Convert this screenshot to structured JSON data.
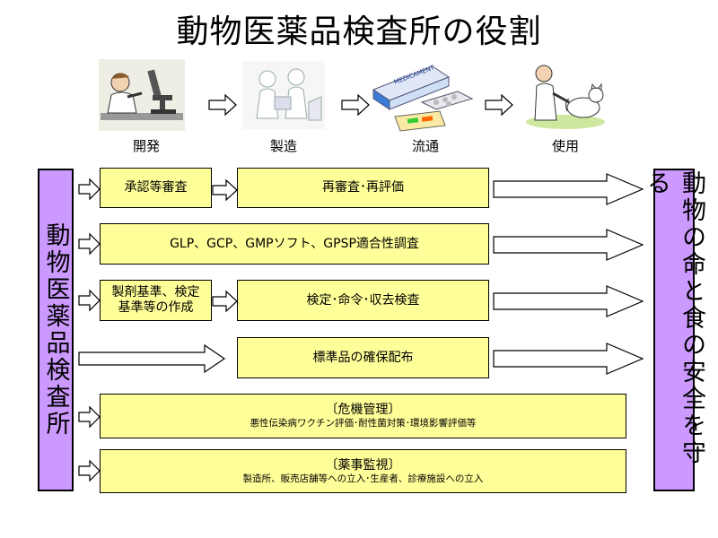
{
  "title": "動物医薬品検査所の役割",
  "stages": [
    "開発",
    "製造",
    "流通",
    "使用"
  ],
  "left_box": "動物医薬品検査所",
  "right_box": "動物の命と食の安全を守る",
  "rows": {
    "approval": "承認等審査",
    "reexam": "再審査･再評価",
    "glp": "GLP、GCP、GMPソフト、GPSP適合性調査",
    "standards_line1": "製剤基準、検定",
    "standards_line2": "基準等の作成",
    "inspection": "検定･命令･収去検査",
    "reference": "標準品の確保配布",
    "crisis_title": "〔危機管理〕",
    "crisis_detail": "悪性伝染病ワクチン評価･耐性菌対策･環境影響評価等",
    "pharma_title": "〔薬事監視〕",
    "pharma_detail": "製造所、販売店舗等への立入･生産者、診療施設への立入"
  },
  "packaging_texts": [
    "MEDICAMENT"
  ]
}
